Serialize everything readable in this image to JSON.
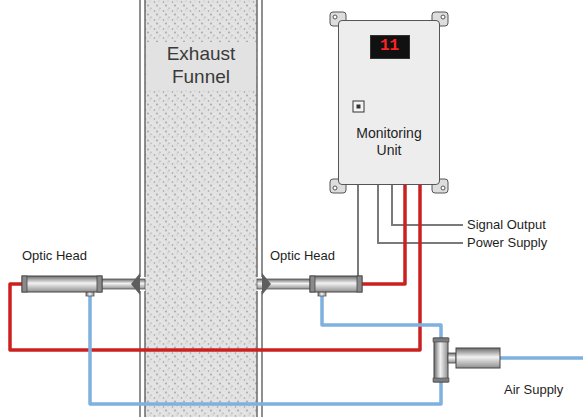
{
  "diagram": {
    "nodes": [
      {
        "text": [
          "Exhaust Funnel"
        ]
      },
      {
        "text": [
          "Monitoring Unit"
        ]
      },
      {
        "text": [
          "11"
        ],
        "in": 1
      },
      {
        "text": [
          "Optic Head"
        ]
      },
      {
        "text": [
          "Optic Head"
        ]
      },
      {
        "text": [
          "Air Supply"
        ]
      }
    ],
    "edges": [
      {
        "from": 1,
        "to": 4,
        "arrow": "none"
      },
      {
        "from": 1,
        "to": 3,
        "arrow": "none"
      },
      {
        "from": 1,
        "to": 4,
        "arrow": "none"
      },
      {
        "from": 5,
        "to": 4,
        "arrow": "none"
      },
      {
        "from": 5,
        "to": 3,
        "arrow": "none"
      }
    ],
    "labels": [
      "Signal Output",
      "Power Supply"
    ]
  }
}
